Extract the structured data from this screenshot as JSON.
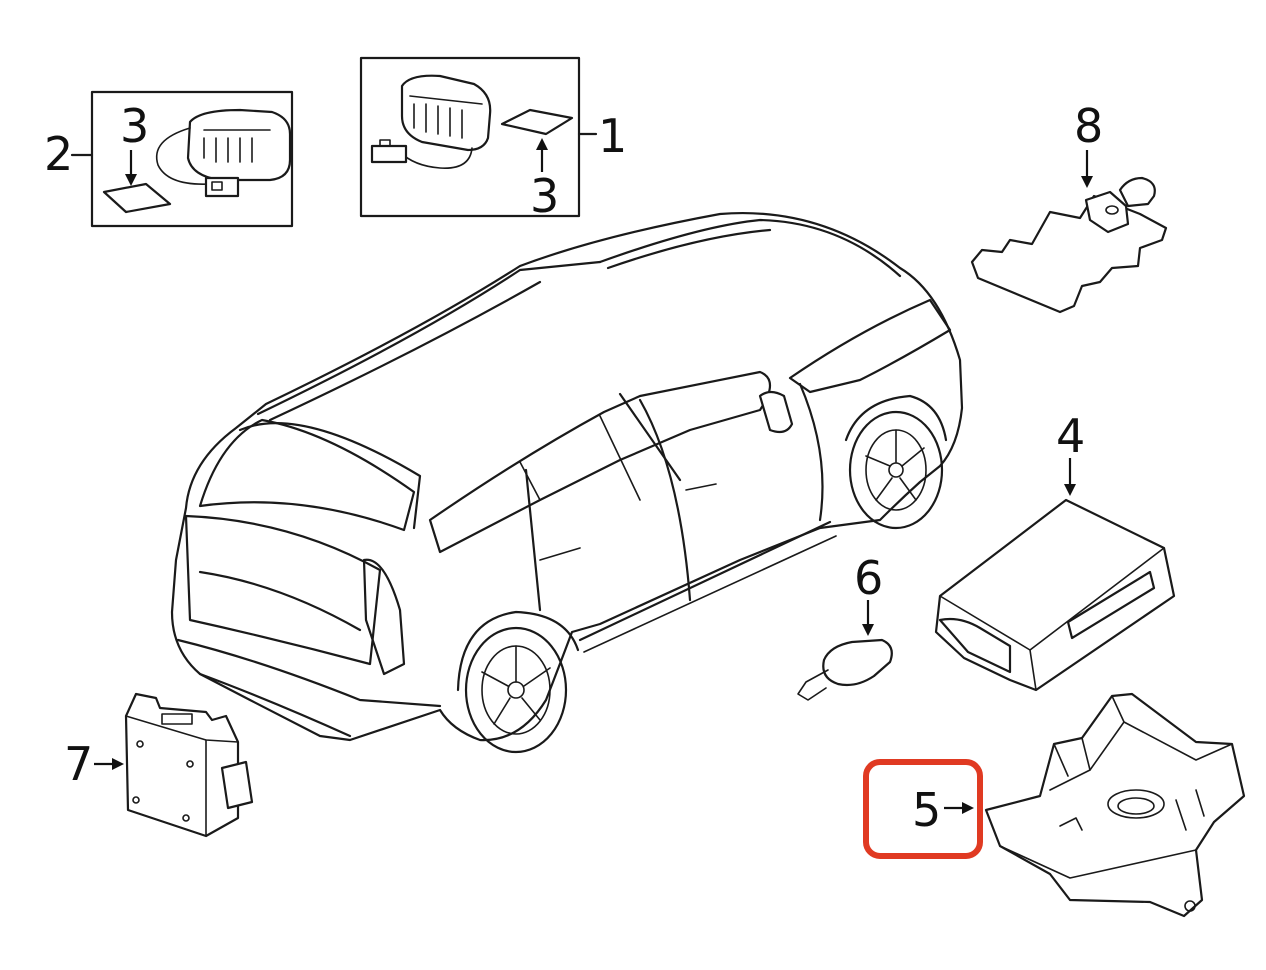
{
  "callouts": {
    "c1": "1",
    "c2": "2",
    "c3a": "3",
    "c3b": "3",
    "c4": "4",
    "c5": "5",
    "c6": "6",
    "c7": "7",
    "c8": "8"
  },
  "colors": {
    "line": "#1a1a1a",
    "highlight": "#e03a22",
    "background": "#ffffff"
  }
}
